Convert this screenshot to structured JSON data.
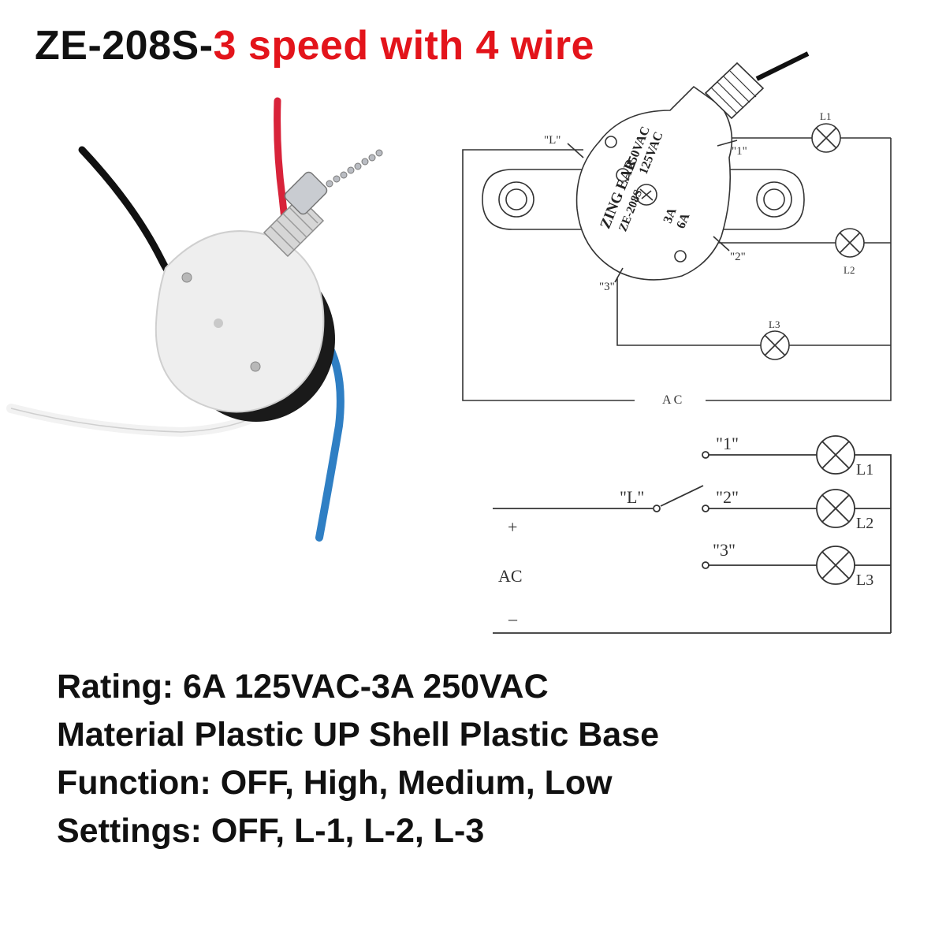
{
  "title": {
    "model": "ZE-208S-",
    "highlight": "3 speed with 4 wire",
    "highlight_color": "#e3141b"
  },
  "switch_body": {
    "brand": "ZING EAR",
    "model": "ZE-208S",
    "rating_high": "250VAC",
    "rating_low": "125VAC",
    "amps_high": "3A",
    "amps_low": "6A"
  },
  "wiring_diagram": {
    "terminal_L": "\"L\"",
    "terminal_1": "\"1\"",
    "terminal_2": "\"2\"",
    "terminal_3": "\"3\"",
    "lamp_1": "L1",
    "lamp_2": "L2",
    "lamp_3": "L3",
    "supply": "A C"
  },
  "schematic": {
    "terminal_L": "\"L\"",
    "terminal_1": "\"1\"",
    "terminal_2": "\"2\"",
    "terminal_3": "\"3\"",
    "lamp_1": "L1",
    "lamp_2": "L2",
    "lamp_3": "L3",
    "plus": "+",
    "supply": "AC",
    "minus": "–"
  },
  "specs": [
    "Rating: 6A 125VAC-3A 250VAC",
    "Material Plastic UP Shell Plastic Base",
    "Function: OFF, High, Medium, Low",
    "Settings: OFF, L-1, L-2, L-3"
  ]
}
